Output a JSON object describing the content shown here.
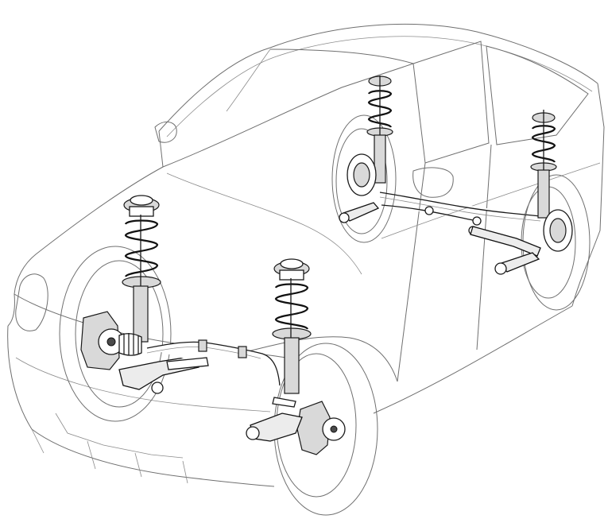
{
  "illustration": {
    "subject": "car-suspension-cutaway",
    "line_color": "#6f6f6f",
    "part_color": "#1a1a1a",
    "background": "#ffffff",
    "components": {
      "front_left_strut": "coil-spring-strut",
      "front_right_strut": "coil-spring-strut",
      "rear_left_strut": "coil-spring-strut",
      "rear_right_strut": "coil-spring-strut",
      "front_brakes": "disc-brake-caliper",
      "rear_brakes": "drum-brake",
      "front_crossmember": "stabilizer-bar",
      "rear_links": "multi-link-trailing-arms"
    }
  }
}
